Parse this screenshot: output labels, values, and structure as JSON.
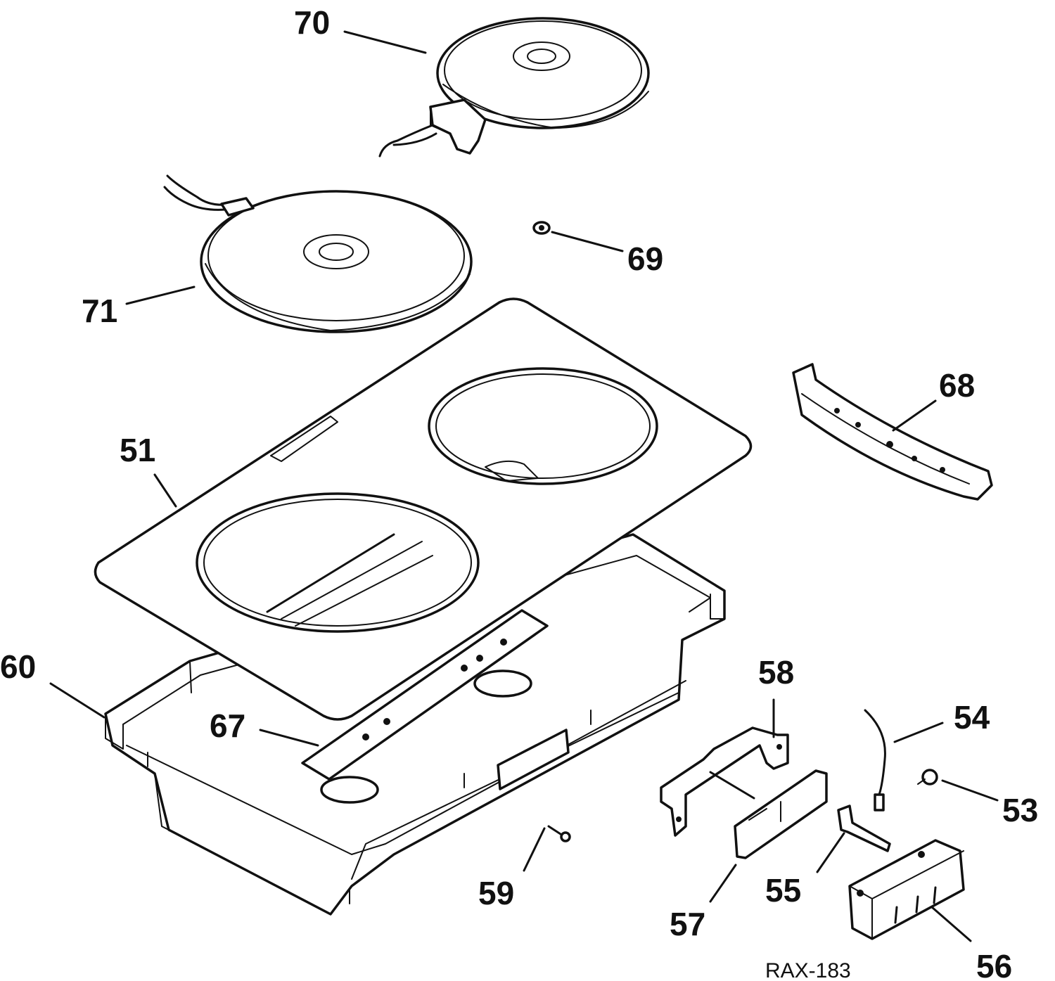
{
  "diagram": {
    "reference_code": "RAX-183",
    "callouts": [
      {
        "id": "70",
        "text": "70"
      },
      {
        "id": "71",
        "text": "71"
      },
      {
        "id": "69",
        "text": "69"
      },
      {
        "id": "68",
        "text": "68"
      },
      {
        "id": "51",
        "text": "51"
      },
      {
        "id": "60",
        "text": "60"
      },
      {
        "id": "67",
        "text": "67"
      },
      {
        "id": "58",
        "text": "58"
      },
      {
        "id": "54",
        "text": "54"
      },
      {
        "id": "53",
        "text": "53"
      },
      {
        "id": "59",
        "text": "59"
      },
      {
        "id": "57",
        "text": "57"
      },
      {
        "id": "55",
        "text": "55"
      },
      {
        "id": "56",
        "text": "56"
      }
    ],
    "parts": [
      "surface-element-small",
      "surface-element-large",
      "nut",
      "bracket",
      "cooktop-top",
      "burner-box",
      "element-support",
      "receptacle-bracket",
      "wire-lead",
      "screw",
      "insulator",
      "terminal",
      "terminal-block",
      "screw-small"
    ]
  }
}
